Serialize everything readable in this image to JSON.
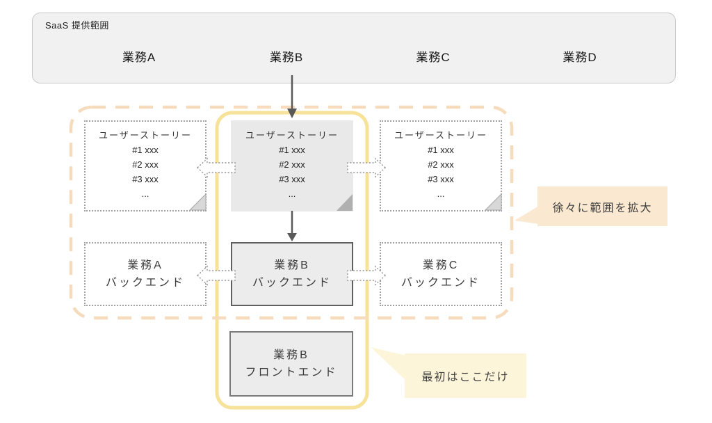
{
  "colors": {
    "container_fill": "#f1f1f2",
    "container_border": "#c9c9c9",
    "chevron_border": "#4d4d4d",
    "arrow": "#595959",
    "dashed_scope": "#f6dcbd",
    "yellow_scope": "#f6e299",
    "note_fill": "#e9e9e9",
    "box_fill": "#ececec",
    "box_border": "#5f5f5f",
    "dotted_border": "#a0a0a0",
    "callout_expand_fill": "#fae8d1",
    "callout_first_fill": "#fdf5d9"
  },
  "saas_scope": {
    "label": "SaaS 提供範囲",
    "steps": [
      {
        "label": "業務A"
      },
      {
        "label": "業務B"
      },
      {
        "label": "業務C"
      },
      {
        "label": "業務D"
      }
    ]
  },
  "user_story": {
    "title": "ユーザーストーリー",
    "items": [
      "#1 xxx",
      "#2 xxx",
      "#3 xxx",
      "..."
    ]
  },
  "backends": {
    "a": {
      "line1": "業務A",
      "line2": "バックエンド"
    },
    "b": {
      "line1": "業務B",
      "line2": "バックエンド"
    },
    "c": {
      "line1": "業務C",
      "line2": "バックエンド"
    }
  },
  "frontend": {
    "line1": "業務B",
    "line2": "フロントエンド"
  },
  "callouts": {
    "expand": "徐々に範囲を拡大",
    "first": "最初はここだけ"
  }
}
